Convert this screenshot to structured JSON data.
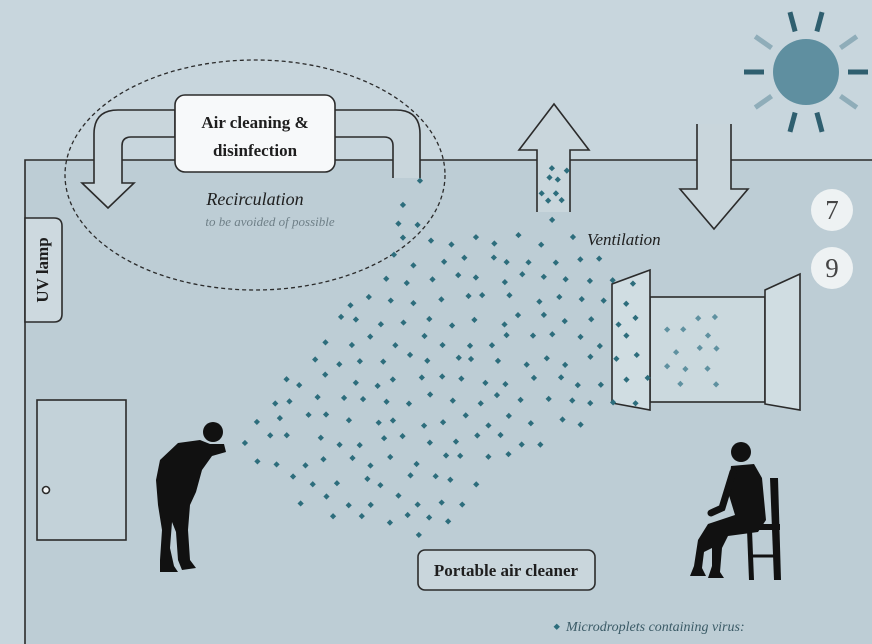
{
  "air_cleaner_unit": {
    "line1": "Air cleaning &",
    "line2": "disinfection"
  },
  "recirculation": {
    "label": "Recirculation",
    "note": "to be avoided of possible"
  },
  "ventilation": {
    "label": "Ventilation"
  },
  "markers": [
    "7",
    "9"
  ],
  "uv_lamp": {
    "label": "UV lamp"
  },
  "portable_air_cleaner": {
    "label": "Portable air cleaner"
  },
  "legend": {
    "droplets": "Microdroplets containing virus:"
  },
  "icons": [
    "sun-icon",
    "door-icon",
    "open-window-icon",
    "coughing-person-icon",
    "seated-person-icon",
    "droplet-icon"
  ],
  "colors": {
    "sky": "#c8d6dd",
    "room": "#bdcdd5",
    "droplet": "#2d6d7c",
    "droplet_light": "#5f91a0",
    "sun": "#5f8fa0",
    "sun_ray_dark": "#2f5f6f",
    "sun_ray_light": "#8fadb9",
    "ink": "#2b2b2b"
  }
}
